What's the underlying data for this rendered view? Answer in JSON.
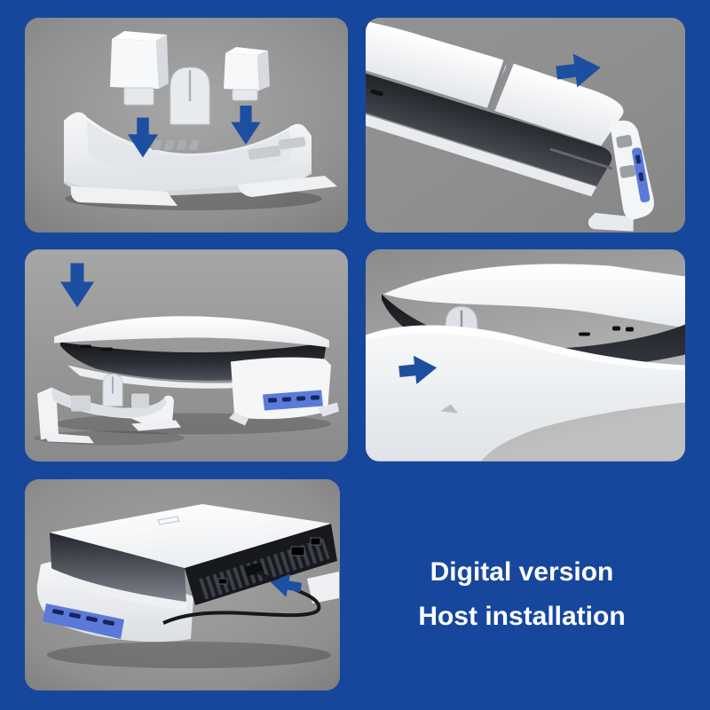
{
  "caption": {
    "line1": "Digital version",
    "line2": "Host installation"
  },
  "colors": {
    "background_blue": "#17479d",
    "arrow_blue": "#1d4fa1",
    "panel_gray": "#979797",
    "console_white": "#f4f6f8",
    "console_dark": "#26292f",
    "usb_port_blue": "#5b79d8",
    "caption_white": "#ffffff"
  },
  "panels": [
    {
      "id": "step-top-left",
      "alt": "Two white adapter blocks and a clip being pushed down into the white horizontal stand base",
      "arrow_icons": [
        "arrow-down-icon",
        "arrow-down-icon"
      ]
    },
    {
      "id": "step-top-right",
      "alt": "White game console sliding sideways relative to the stand end bracket",
      "arrow_icons": [
        "arrow-right-icon"
      ]
    },
    {
      "id": "step-middle-left",
      "alt": "Console lowered down onto the stand base; spare bracket shown at lower left",
      "arrow_icons": [
        "arrow-down-icon"
      ]
    },
    {
      "id": "step-middle-right",
      "alt": "Close-up of stand clip and screw sliding into the console edge",
      "arrow_icons": [
        "arrow-right-icon"
      ]
    },
    {
      "id": "step-bottom-left",
      "alt": "Console mounted horizontally on stand with USB ports; cable plugged into rear port",
      "arrow_icons": [
        "arrow-left-icon"
      ]
    }
  ]
}
